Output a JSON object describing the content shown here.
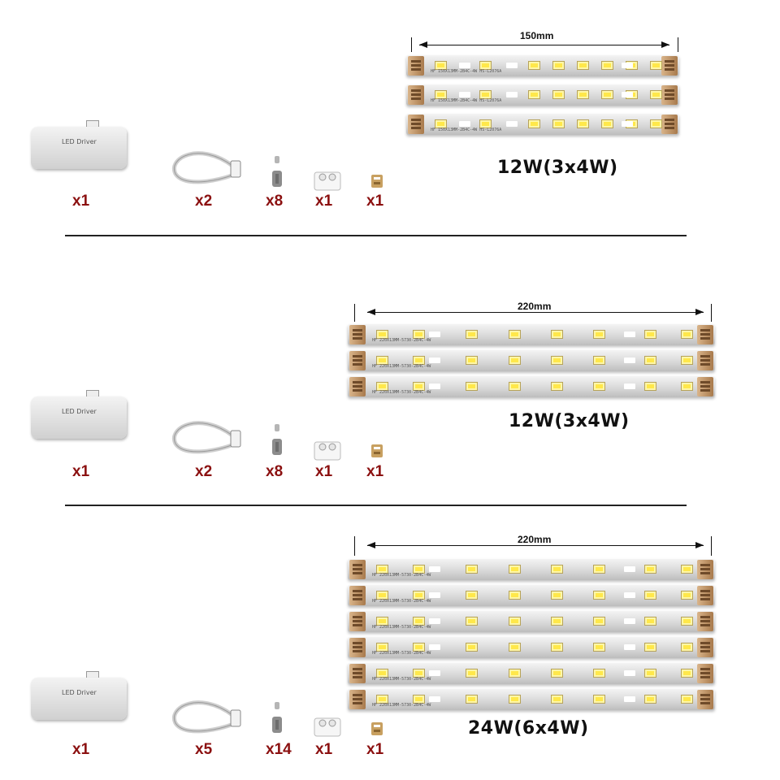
{
  "sections": [
    {
      "id": "section-1",
      "dimension_label": "150mm",
      "power_label": "12W(3x4W)",
      "strip_count": 3,
      "strip_print": "HF 150X13MM-2B4C-4W   HS-L2076A",
      "accessories": [
        {
          "name": "led-driver",
          "quantity": "x1"
        },
        {
          "name": "connecting-cable",
          "quantity": "x2"
        },
        {
          "name": "screw",
          "quantity": "x8"
        },
        {
          "name": "terminal-block",
          "quantity": "x1"
        },
        {
          "name": "connector-pin",
          "quantity": "x1"
        }
      ]
    },
    {
      "id": "section-2",
      "dimension_label": "220mm",
      "power_label": "12W(3x4W)",
      "strip_count": 3,
      "strip_print": "HF 220X13MM-5730-2B4C-4W",
      "accessories": [
        {
          "name": "led-driver",
          "quantity": "x1"
        },
        {
          "name": "connecting-cable",
          "quantity": "x2"
        },
        {
          "name": "screw",
          "quantity": "x8"
        },
        {
          "name": "terminal-block",
          "quantity": "x1"
        },
        {
          "name": "connector-pin",
          "quantity": "x1"
        }
      ]
    },
    {
      "id": "section-3",
      "dimension_label": "220mm",
      "power_label": "24W(6x4W)",
      "strip_count": 6,
      "strip_print": "HF 220X13MM-5730-2B4C-4W",
      "accessories": [
        {
          "name": "led-driver",
          "quantity": "x1"
        },
        {
          "name": "connecting-cable",
          "quantity": "x5"
        },
        {
          "name": "screw",
          "quantity": "x14"
        },
        {
          "name": "terminal-block",
          "quantity": "x1"
        },
        {
          "name": "connector-pin",
          "quantity": "x1"
        }
      ]
    }
  ],
  "driver_label": "LED Driver",
  "colors": {
    "quantity": "#8b1010",
    "led": "#ffe84a",
    "connector": "#c8986a"
  }
}
